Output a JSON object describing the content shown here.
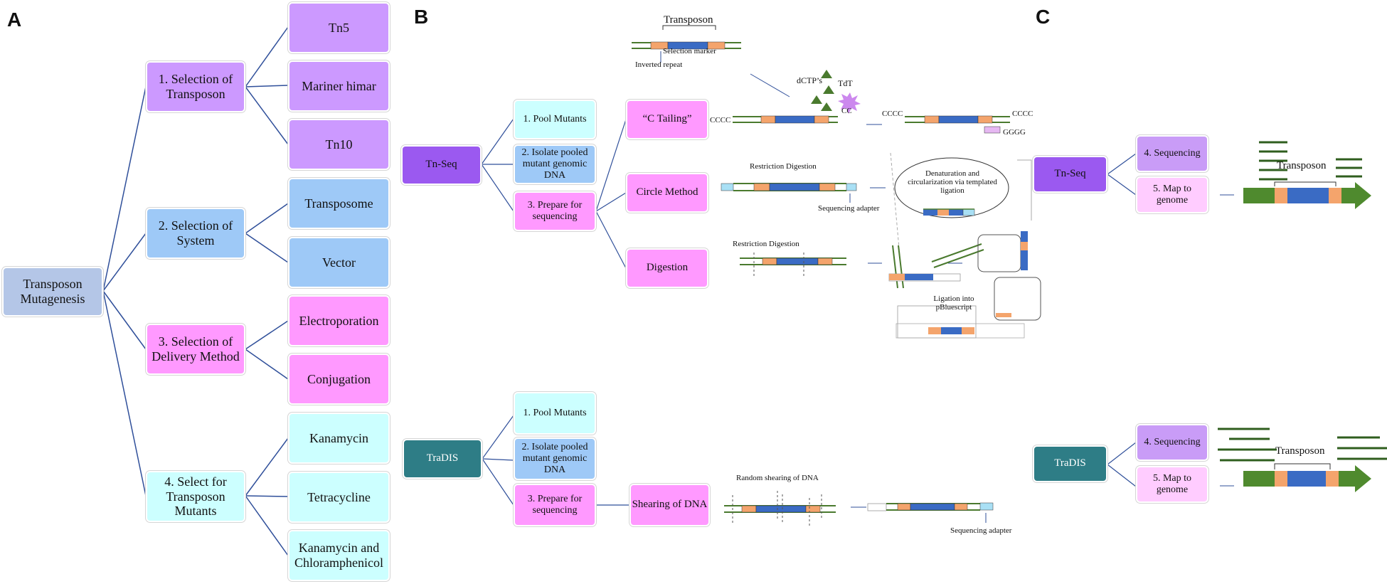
{
  "panel_a": {
    "letter": "A",
    "root": "Transposon Mutagenesis",
    "step1": {
      "label": "1. Selection of Transposon",
      "options": [
        "Tn5",
        "Mariner himar",
        "Tn10"
      ]
    },
    "step2": {
      "label": "2. Selection of System",
      "options": [
        "Transposome",
        "Vector"
      ]
    },
    "step3": {
      "label": "3. Selection of Delivery Method",
      "options": [
        "Electroporation",
        "Conjugation"
      ]
    },
    "step4": {
      "label": "4. Select for Transposon Mutants",
      "options": [
        "Kanamycin",
        "Tetracycline",
        "Kanamycin and Chloramphenicol"
      ]
    }
  },
  "panel_b": {
    "letter": "B",
    "tnseq": {
      "label": "Tn-Seq",
      "steps": [
        "1. Pool Mutants",
        "2. Isolate pooled mutant genomic DNA",
        "3. Prepare for sequencing"
      ],
      "methods": [
        "“C Tailing”",
        "Circle Method",
        "Digestion"
      ]
    },
    "tradis": {
      "label": "TraDIS",
      "steps": [
        "1. Pool Mutants",
        "2. Isolate pooled mutant genomic DNA",
        "3. Prepare for sequencing"
      ],
      "method": "Shearing of DNA"
    },
    "annotations": {
      "transposon": "Transposon",
      "selection_marker": "Selection marker",
      "inverted_repeat": "Inverted repeat",
      "dctp": "dCTP’s",
      "tdt": "TdT",
      "cccc": "CCCC",
      "cc": "CC",
      "gggg": "GGGG",
      "restriction_digestion": "Restriction Digestion",
      "sequencing_adapter": "Sequencing adapter",
      "denaturation": "Denaturation and circularization via templated ligation",
      "ligation": "Ligation into pBluescript",
      "random_shearing": "Random shearing of DNA"
    }
  },
  "panel_c": {
    "letter": "C",
    "tnseq": {
      "label": "Tn-Seq",
      "steps": [
        "4. Sequencing",
        "5. Map to genome"
      ],
      "transposon": "Transposon"
    },
    "tradis": {
      "label": "TraDIS",
      "steps": [
        "4. Sequencing",
        "5. Map to genome"
      ],
      "transposon": "Transposon"
    }
  },
  "colors": {
    "connector": "#2f4f9a",
    "dna_green": "#4a7a2e",
    "dna_blue": "#3a6bc4",
    "dna_orange": "#f4a46c",
    "adapter": "#a9e0f5"
  }
}
